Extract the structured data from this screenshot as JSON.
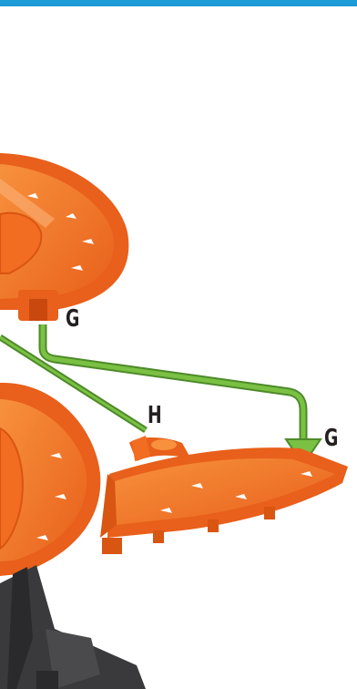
{
  "header": {
    "accent_color": "#1c9ad6"
  },
  "callouts": {
    "upper_connector": "G",
    "curve_piece": "H",
    "target_connector": "G"
  },
  "colors": {
    "track_orange": "#f26d21",
    "track_light": "#f7913d",
    "arrow_green": "#7ac143",
    "base_dark": "#3a3a3c"
  }
}
